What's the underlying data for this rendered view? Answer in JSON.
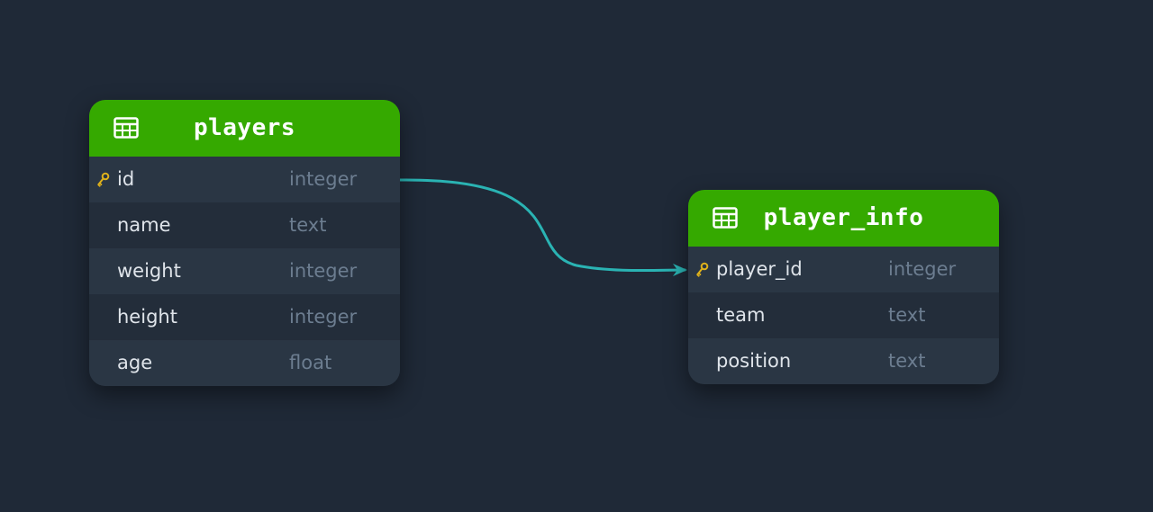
{
  "colors": {
    "background": "#1f2937",
    "header": "#35a900",
    "connector": "#2ab3b3",
    "key_icon": "#e0b21b"
  },
  "tables": [
    {
      "name": "players",
      "icon": "table-icon",
      "columns": [
        {
          "name": "id",
          "type": "integer",
          "primary_key": true
        },
        {
          "name": "name",
          "type": "text",
          "primary_key": false
        },
        {
          "name": "weight",
          "type": "integer",
          "primary_key": false
        },
        {
          "name": "height",
          "type": "integer",
          "primary_key": false
        },
        {
          "name": "age",
          "type": "float",
          "primary_key": false
        }
      ]
    },
    {
      "name": "player_info",
      "icon": "table-icon",
      "columns": [
        {
          "name": "player_id",
          "type": "integer",
          "primary_key": true
        },
        {
          "name": "team",
          "type": "text",
          "primary_key": false
        },
        {
          "name": "position",
          "type": "text",
          "primary_key": false
        }
      ]
    }
  ],
  "relationships": [
    {
      "from_table": "players",
      "from_column": "id",
      "to_table": "player_info",
      "to_column": "player_id"
    }
  ]
}
